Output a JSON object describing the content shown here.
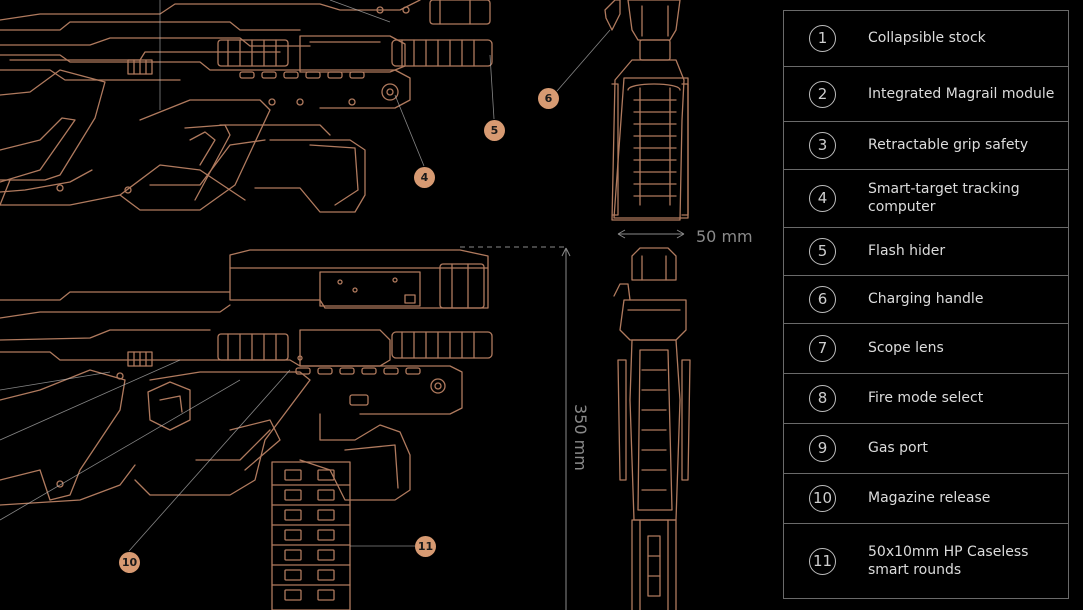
{
  "legend": {
    "items": [
      {
        "num": "1",
        "label": "Collapsible stock"
      },
      {
        "num": "2",
        "label": "Integrated Magrail module"
      },
      {
        "num": "3",
        "label": "Retractable grip safety"
      },
      {
        "num": "4",
        "label": "Smart-target tracking computer"
      },
      {
        "num": "5",
        "label": "Flash hider"
      },
      {
        "num": "6",
        "label": "Charging handle"
      },
      {
        "num": "7",
        "label": "Scope lens"
      },
      {
        "num": "8",
        "label": "Fire mode select"
      },
      {
        "num": "9",
        "label": "Gas port"
      },
      {
        "num": "10",
        "label": "Magazine release"
      },
      {
        "num": "11",
        "label": "50x10mm HP Caseless smart rounds"
      }
    ]
  },
  "callouts": {
    "c4": "4",
    "c5": "5",
    "c6": "6",
    "c10": "10",
    "c11": "11"
  },
  "dimensions": {
    "width": "50 mm",
    "height": "350 mm"
  },
  "colors": {
    "background": "#000000",
    "line": "#b07a5e",
    "accent": "#d79a72",
    "frame": "#6a6a6a"
  }
}
